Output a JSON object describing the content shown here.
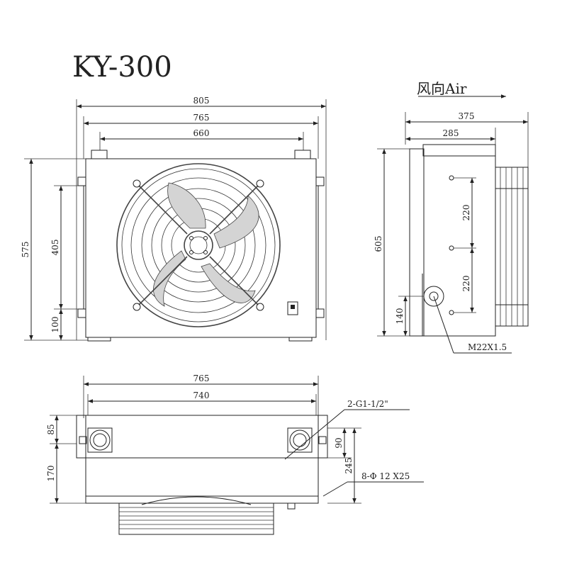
{
  "title": "KY-300",
  "airflow_label": "风向Air",
  "front_view": {
    "dim_overall_width": "805",
    "dim_body_width": "765",
    "dim_mount_span": "660",
    "dim_overall_height": "575",
    "dim_mount_height": "405",
    "dim_bottom_offset": "100"
  },
  "side_view": {
    "dim_overall_depth": "375",
    "dim_body_depth": "285",
    "dim_height": "605",
    "dim_spacing_upper": "220",
    "dim_spacing_lower": "220",
    "dim_drain_height": "140",
    "drain_thread_label": "M22X1.5"
  },
  "bottom_view": {
    "dim_body_width": "765",
    "dim_inner_width": "740",
    "dim_flange_upper": "85",
    "dim_flange_lower": "170",
    "dim_port_height": "90",
    "dim_port_offset": "245",
    "port_label": "2-G1-1/2\"",
    "hole_label": "8-Φ 12 X25"
  }
}
